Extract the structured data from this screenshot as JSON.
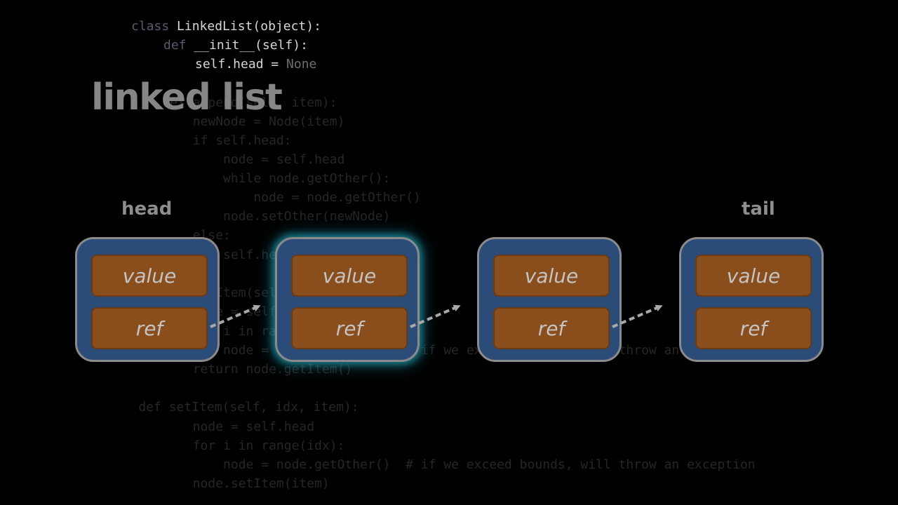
{
  "title": "linked list",
  "labels": {
    "head": "head",
    "tail": "tail"
  },
  "nodes": [
    {
      "value": "value",
      "ref": "ref"
    },
    {
      "value": "value",
      "ref": "ref"
    },
    {
      "value": "value",
      "ref": "ref"
    },
    {
      "value": "value",
      "ref": "ref"
    }
  ],
  "code": [
    {
      "indent": "",
      "kw": "class",
      "text": " LinkedList(object):"
    },
    {
      "indent": "    ",
      "kw": "def",
      "text": " __init__(self):"
    },
    {
      "indent": "        ",
      "text": "self.head = ",
      "const": "None"
    },
    {
      "text": "    def append(self, item):"
    },
    {
      "text": "        newNode = Node(item)"
    },
    {
      "text": "        if self.head:"
    },
    {
      "text": "            node = self.head"
    },
    {
      "text": "            while node.getOther():"
    },
    {
      "text": "                node = node.getOther()"
    },
    {
      "text": "            node.setOther(newNode)"
    },
    {
      "text": "        else:"
    },
    {
      "text": "            self.head = newNode"
    },
    {
      "text": ""
    },
    {
      "text": "    def getItem(self, idx):"
    },
    {
      "text": "        node = self.head"
    },
    {
      "text": "        for i in range(idx):"
    },
    {
      "text": "            node = node.getOther()  # if we exceed bounds, will throw an exception"
    },
    {
      "text": "        return node.getItem()"
    },
    {
      "text": ""
    },
    {
      "text": "    def setItem(self, idx, item):"
    },
    {
      "text": "        node = self.head"
    },
    {
      "text": "        for i in range(idx):"
    },
    {
      "text": "            node = node.getOther()  # if we exceed bounds, will throw an exception"
    },
    {
      "text": "        node.setItem(item)"
    }
  ],
  "colors": {
    "background": "#000000",
    "node_fill": "#2b4c78",
    "cell_fill": "#8a4e1c",
    "highlight_glow": "#28bed2",
    "arrow": "#a8a8a8"
  }
}
